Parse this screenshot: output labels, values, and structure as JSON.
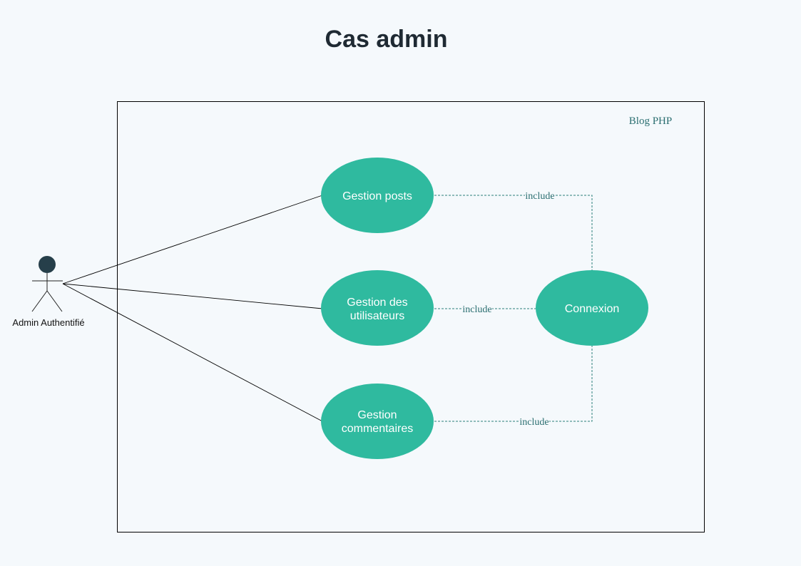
{
  "title": "Cas admin",
  "system": {
    "name": "Blog PHP"
  },
  "actor": {
    "name": "Admin Authentifié"
  },
  "use_cases": {
    "posts": [
      "Gestion posts"
    ],
    "users": [
      "Gestion des",
      "utilisateurs"
    ],
    "comments": [
      "Gestion",
      "commentaires"
    ],
    "login": [
      "Connexion"
    ]
  },
  "relations": {
    "posts_include": "include",
    "users_include": "include",
    "comments_include": "include"
  },
  "colors": {
    "use_case_fill": "#2fba9f",
    "include_line": "#2a7f7a",
    "actor_head": "#263f4a"
  }
}
